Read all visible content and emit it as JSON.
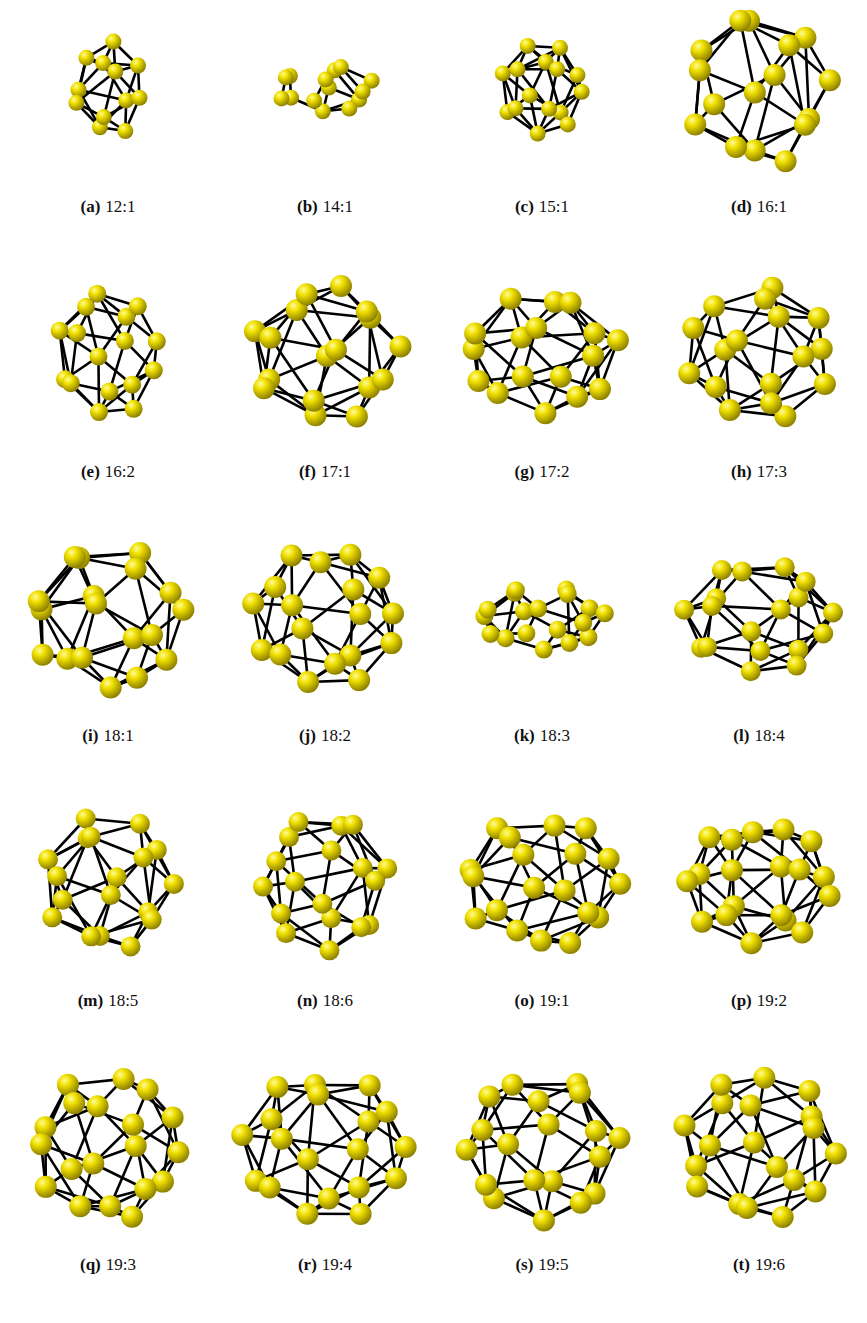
{
  "diagram": {
    "labels": [
      "(a)",
      "12:1",
      "(b)",
      "14:1",
      "(c)",
      "15:1",
      "(d)",
      "16:1",
      "(e)",
      "16:2",
      "(f)",
      "17:1",
      "(g)",
      "17:2",
      "(h)",
      "17:3",
      "(i)",
      "18:1",
      "(j)",
      "18:2",
      "(k)",
      "18:3",
      "(l)",
      "18:4",
      "(m)",
      "18:5",
      "(n)",
      "18:6",
      "(o)",
      "19:1",
      "(p)",
      "19:2",
      "(q)",
      "19:3",
      "(r)",
      "19:4",
      "(s)",
      "19:5",
      "(t)",
      "19:6"
    ]
  }
}
